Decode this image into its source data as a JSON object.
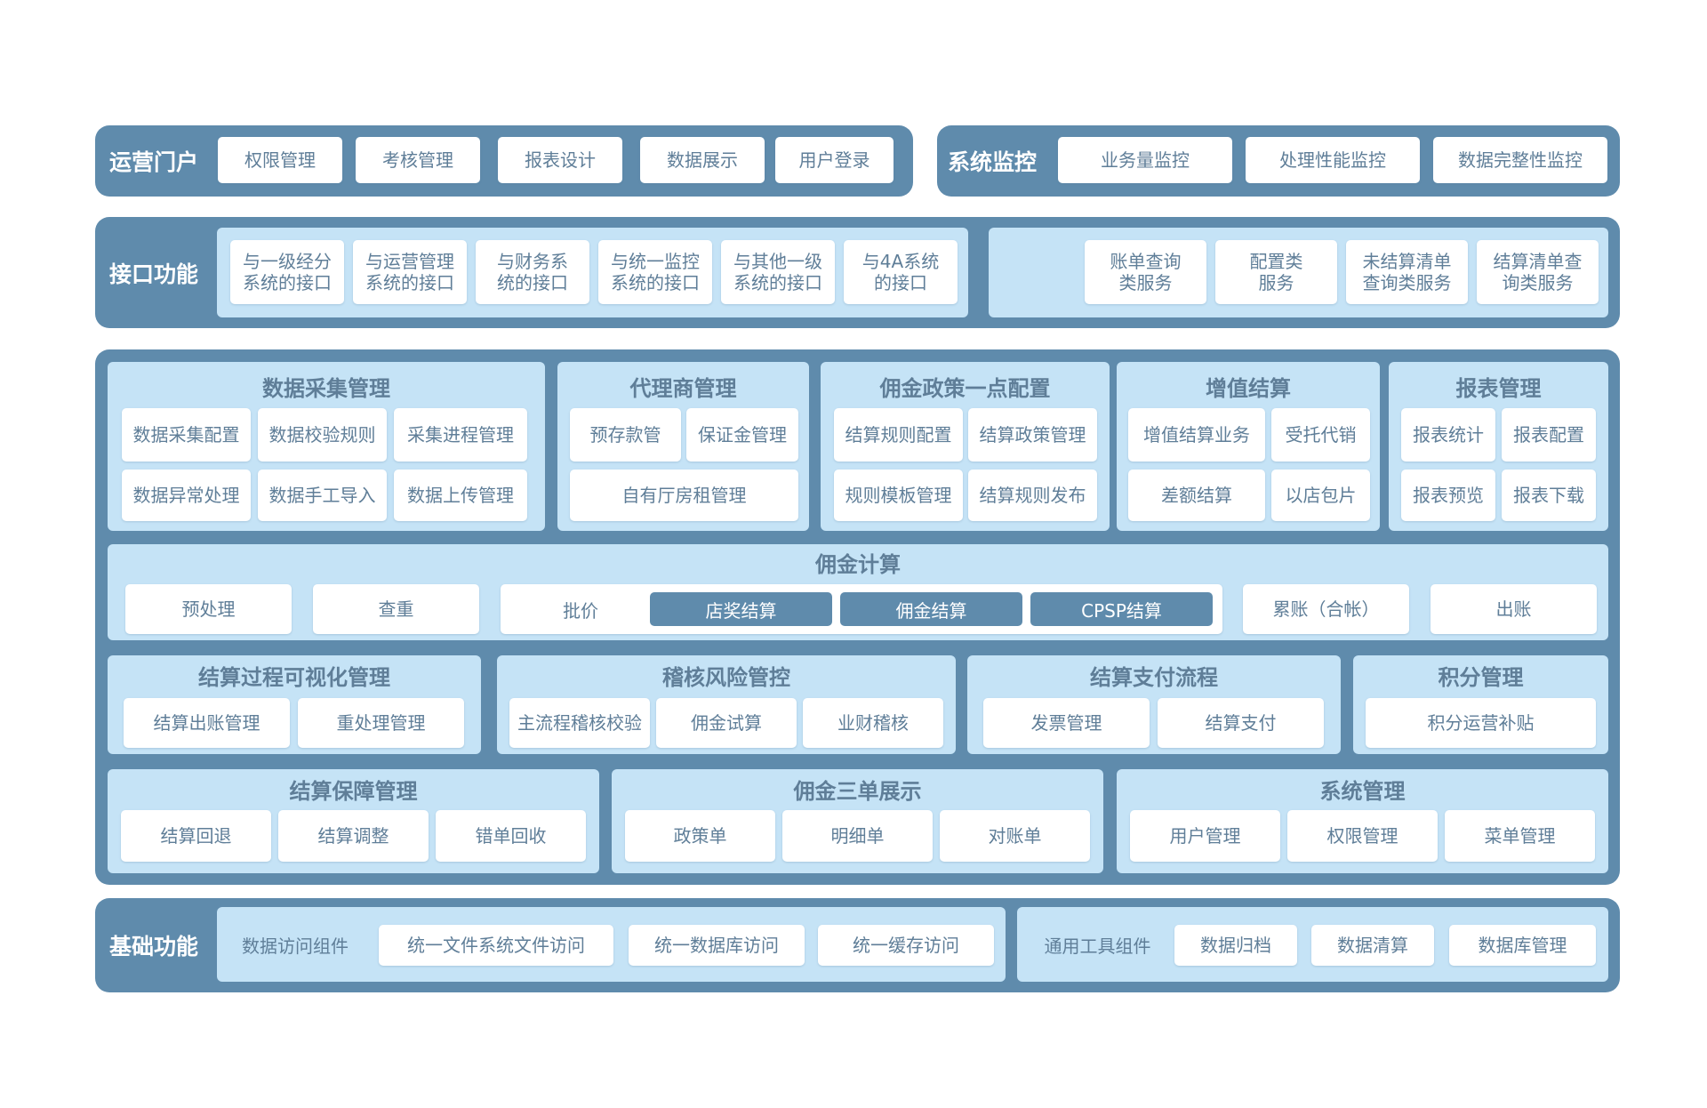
{
  "top": {
    "portal_label": "运营门户",
    "portal_items": [
      "权限管理",
      "考核管理",
      "报表设计",
      "数据展示",
      "用户登录"
    ],
    "monitor_label": "系统监控",
    "monitor_items": [
      "业务量监控",
      "处理性能监控",
      "数据完整性监控"
    ]
  },
  "interface": {
    "label": "接口功能",
    "left_items": [
      [
        "与一级经分",
        "系统的接口"
      ],
      [
        "与运营管理",
        "系统的接口"
      ],
      [
        "与财务系",
        "统的接口"
      ],
      [
        "与统一监控",
        "系统的接口"
      ],
      [
        "与其他一级",
        "系统的接口"
      ],
      [
        "与4A系统",
        "的接口"
      ]
    ],
    "right_items": [
      [
        "账单查询",
        "类服务"
      ],
      [
        "配置类",
        "服务"
      ],
      [
        "未结算清单",
        "查询类服务"
      ],
      [
        "结算清单查",
        "询类服务"
      ]
    ]
  },
  "main": {
    "data_collection": {
      "title": "数据采集管理",
      "items": [
        "数据采集配置",
        "数据校验规则",
        "采集进程管理",
        "数据异常处理",
        "数据手工导入",
        "数据上传管理"
      ]
    },
    "agent": {
      "title": "代理商管理",
      "items": [
        "预存款管",
        "保证金管理",
        "自有厅房租管理"
      ]
    },
    "policy": {
      "title": "佣金政策一点配置",
      "items": [
        "结算规则配置",
        "结算政策管理",
        "规则模板管理",
        "结算规则发布"
      ]
    },
    "value_added": {
      "title": "增值结算",
      "items": [
        "增值结算业务",
        "受托代销",
        "差额结算",
        "以店包片"
      ]
    },
    "reports": {
      "title": "报表管理",
      "items": [
        "报表统计",
        "报表配置",
        "报表预览",
        "报表下载"
      ]
    },
    "commission_calc": {
      "title": "佣金计算",
      "preprocess": "预处理",
      "dedupe": "查重",
      "pricing": "批价",
      "pricing_subs": [
        "店奖结算",
        "佣金结算",
        "CPSP结算"
      ],
      "accumulate": "累账（合帐）",
      "billing": "出账"
    },
    "visualization": {
      "title": "结算过程可视化管理",
      "items": [
        "结算出账管理",
        "重处理管理"
      ]
    },
    "audit": {
      "title": "稽核风险管控",
      "items": [
        "主流程稽核校验",
        "佣金试算",
        "业财稽核"
      ]
    },
    "payment": {
      "title": "结算支付流程",
      "items": [
        "发票管理",
        "结算支付"
      ]
    },
    "points": {
      "title": "积分管理",
      "items": [
        "积分运营补贴"
      ]
    },
    "guarantee": {
      "title": "结算保障管理",
      "items": [
        "结算回退",
        "结算调整",
        "错单回收"
      ]
    },
    "three_docs": {
      "title": "佣金三单展示",
      "items": [
        "政策单",
        "明细单",
        "对账单"
      ]
    },
    "system": {
      "title": "系统管理",
      "items": [
        "用户管理",
        "权限管理",
        "菜单管理"
      ]
    }
  },
  "base": {
    "label": "基础功能",
    "access_label": "数据访问组件",
    "access_items": [
      "统一文件系统文件访问",
      "统一数据库访问",
      "统一缓存访问"
    ],
    "tools_label": "通用工具组件",
    "tools_items": [
      "数据归档",
      "数据清算",
      "数据库管理"
    ]
  },
  "colors": {
    "band": "#5f8bac",
    "panel": "#c5e3f6",
    "box": "#ffffff",
    "text": "#5f7e98"
  }
}
